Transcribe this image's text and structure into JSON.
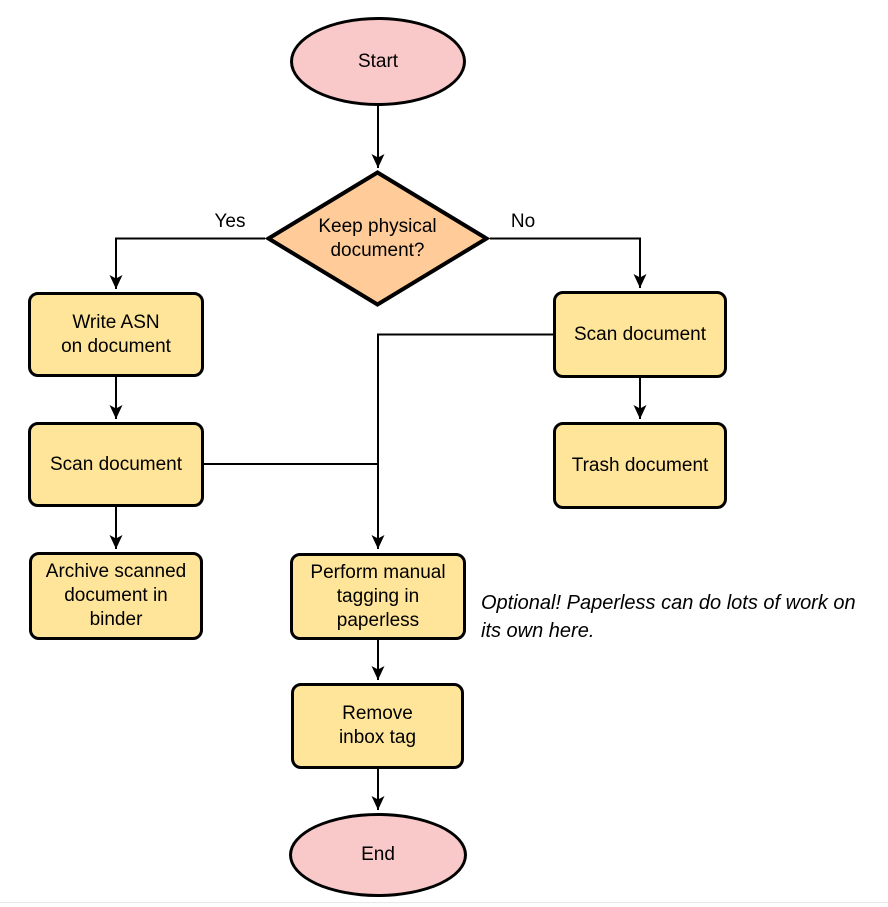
{
  "diagram": {
    "type": "flowchart",
    "nodes": {
      "start": {
        "label": "Start",
        "shape": "terminal"
      },
      "decision": {
        "label": "Keep physical\ndocument?",
        "shape": "decision"
      },
      "write_asn": {
        "label": "Write ASN\non document",
        "shape": "process"
      },
      "scan_left": {
        "label": "Scan document",
        "shape": "process"
      },
      "archive": {
        "label": "Archive scanned\ndocument in\nbinder",
        "shape": "process"
      },
      "scan_right": {
        "label": "Scan document",
        "shape": "process"
      },
      "trash": {
        "label": "Trash document",
        "shape": "process"
      },
      "tagging": {
        "label": "Perform manual\ntagging in\npaperless",
        "shape": "process"
      },
      "remove_inbox": {
        "label": "Remove\ninbox tag",
        "shape": "process"
      },
      "end": {
        "label": "End",
        "shape": "terminal"
      }
    },
    "edge_labels": {
      "yes": "Yes",
      "no": "No"
    },
    "edges": [
      {
        "from": "start",
        "to": "decision",
        "label": ""
      },
      {
        "from": "decision",
        "to": "write_asn",
        "label": "Yes"
      },
      {
        "from": "decision",
        "to": "scan_right",
        "label": "No"
      },
      {
        "from": "write_asn",
        "to": "scan_left",
        "label": ""
      },
      {
        "from": "scan_left",
        "to": "archive",
        "label": ""
      },
      {
        "from": "scan_right",
        "to": "trash",
        "label": ""
      },
      {
        "from": "scan_left",
        "to": "tagging",
        "label": ""
      },
      {
        "from": "scan_right",
        "to": "tagging",
        "label": ""
      },
      {
        "from": "tagging",
        "to": "remove_inbox",
        "label": ""
      },
      {
        "from": "remove_inbox",
        "to": "end",
        "label": ""
      }
    ],
    "note": {
      "text": "Optional! Paperless can do lots of work on\nits own here."
    },
    "colors": {
      "terminal_fill": "#F9C8C8",
      "process_fill": "#FFE599",
      "decision_fill": "#FFCC99",
      "stroke": "#000000",
      "note_text": "#000000"
    }
  }
}
